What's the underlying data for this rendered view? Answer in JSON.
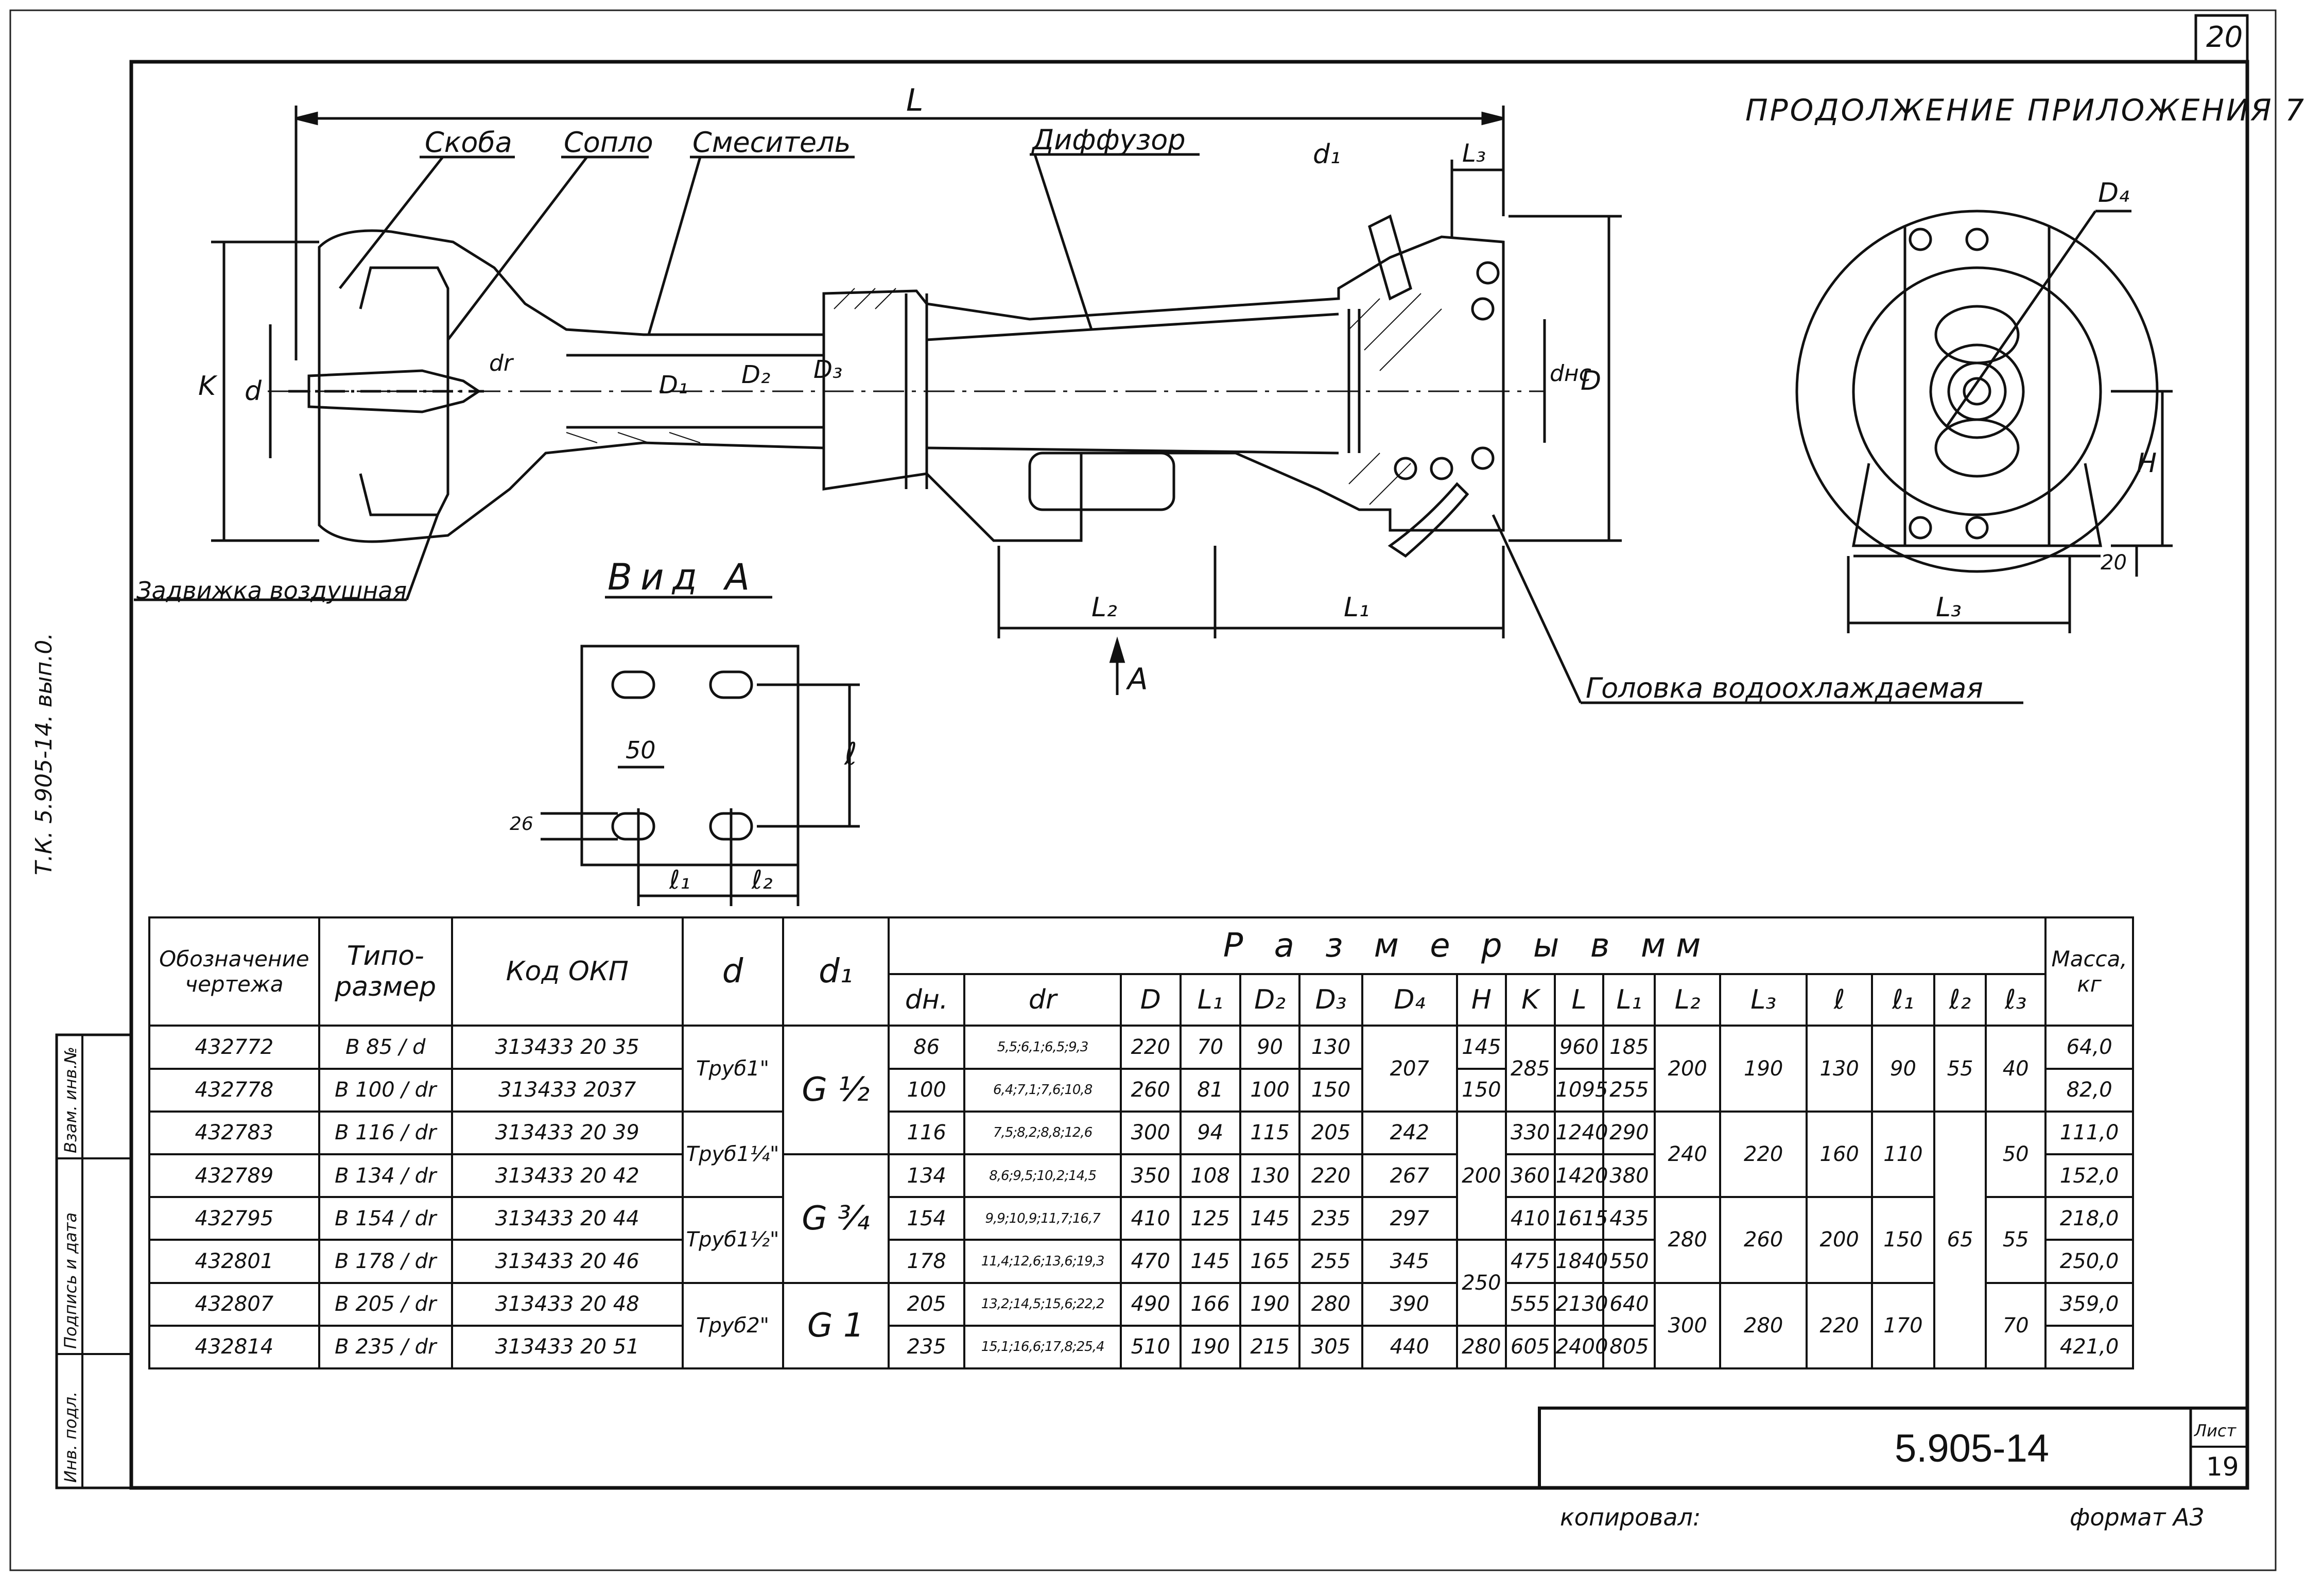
{
  "sheet": {
    "page_number": "20",
    "title": "ПРОДОЛЖЕНИЕ ПРИЛОЖЕНИЯ 7",
    "doc_number": "5.905-14",
    "list_label": "Лист",
    "list_number": "19",
    "copied_label": "копировал:",
    "format_label": "формат А3",
    "side_text": "Т.К. 5.905-14. вып.0.",
    "left_strip": [
      "Инв. подл.",
      "Подпись и дата",
      "Взам. инв.№"
    ]
  },
  "drawing": {
    "labels": {
      "skoba": "Скоба",
      "soplo": "Сопло",
      "smesitel": "Смеситель",
      "diffuzor": "Диффузор",
      "zadvizhka": "Задвижка воздушная",
      "vid_a": "Вид А",
      "golovka": "Головка водоохлаждаемая",
      "dim_L": "L",
      "dim_d1": "d₁",
      "dim_L3": "L₃",
      "dim_D4": "D₄",
      "dim_K": "K",
      "dim_d": "d",
      "dim_dr": "dr",
      "dim_D1": "D₁",
      "dim_D2": "D₂",
      "dim_D3": "D₃",
      "dim_dnc": "dнс",
      "dim_D": "D",
      "dim_L2": "L₂",
      "dim_L1": "L₁",
      "arrow_A": "А",
      "dim_H": "H",
      "dim_20": "20",
      "dim_L3_front": "L₃",
      "dim_50": "50",
      "dim_26": "26",
      "dim_l": "ℓ",
      "dim_l1": "ℓ₁",
      "dim_l2": "ℓ₂"
    }
  },
  "table": {
    "headers": {
      "designation": "Обозначение чертежа",
      "type_size": "Типо- размер",
      "okp": "Код ОКП",
      "d": "d",
      "d1": "d₁",
      "sizes_group": "Р а з м е р ы   в   мм",
      "mass": "Масса, кг"
    },
    "size_columns": [
      "dн.",
      "dr",
      "D",
      "L₁",
      "D₂",
      "D₃",
      "D₄",
      "H",
      "K",
      "L",
      "L₁",
      "L₂",
      "L₃",
      "ℓ",
      "ℓ₁",
      "ℓ₂",
      "ℓ₃"
    ],
    "rows": [
      {
        "designation": "432772",
        "type": "В 85",
        "dr": "d",
        "okp": "313433 20 35",
        "dn": "86",
        "drv": "5,5;6,1;6,5;9,3",
        "D": "220",
        "L1a": "70",
        "D2": "90",
        "D3": "130",
        "L": "960",
        "L1": "185",
        "mass": "64,0"
      },
      {
        "designation": "432778",
        "type": "В 100",
        "dr": "dr",
        "okp": "313433 2037",
        "dn": "100",
        "drv": "6,4;7,1;7,6;10,8",
        "D": "260",
        "L1a": "81",
        "D2": "100",
        "D3": "150",
        "L": "1095",
        "L1": "255",
        "mass": "82,0"
      },
      {
        "designation": "432783",
        "type": "В 116",
        "dr": "dr",
        "okp": "313433 20 39",
        "dn": "116",
        "drv": "7,5;8,2;8,8;12,6",
        "D": "300",
        "L1a": "94",
        "D2": "115",
        "D3": "205",
        "D4": "242",
        "K": "330",
        "L": "1240",
        "L1": "290",
        "mass": "111,0"
      },
      {
        "designation": "432789",
        "type": "В 134",
        "dr": "dr",
        "okp": "313433 20 42",
        "dn": "134",
        "drv": "8,6;9,5;10,2;14,5",
        "D": "350",
        "L1a": "108",
        "D2": "130",
        "D3": "220",
        "D4": "267",
        "K": "360",
        "L": "1420",
        "L1": "380",
        "mass": "152,0"
      },
      {
        "designation": "432795",
        "type": "В 154",
        "dr": "dr",
        "okp": "313433 20 44",
        "dn": "154",
        "drv": "9,9;10,9;11,7;16,7",
        "D": "410",
        "L1a": "125",
        "D2": "145",
        "D3": "235",
        "D4": "297",
        "K": "410",
        "L": "1615",
        "L1": "435",
        "mass": "218,0"
      },
      {
        "designation": "432801",
        "type": "В 178",
        "dr": "dr",
        "okp": "313433 20 46",
        "dn": "178",
        "drv": "11,4;12,6;13,6;19,3",
        "D": "470",
        "L1a": "145",
        "D2": "165",
        "D3": "255",
        "D4": "345",
        "K": "475",
        "L": "1840",
        "L1": "550",
        "mass": "250,0"
      },
      {
        "designation": "432807",
        "type": "В 205",
        "dr": "dr",
        "okp": "313433 20 48",
        "dn": "205",
        "drv": "13,2;14,5;15,6;22,2",
        "D": "490",
        "L1a": "166",
        "D2": "190",
        "D3": "280",
        "D4": "390",
        "K": "555",
        "L": "2130",
        "L1": "640",
        "mass": "359,0"
      },
      {
        "designation": "432814",
        "type": "В 235",
        "dr": "dr",
        "okp": "313433 20 51",
        "dn": "235",
        "drv": "15,1;16,6;17,8;25,4",
        "D": "510",
        "L1a": "190",
        "D2": "215",
        "D3": "305",
        "D4": "440",
        "K": "605",
        "L": "2400",
        "L1": "805",
        "mass": "421,0"
      }
    ],
    "merged": {
      "d_1": "Труб1\"",
      "d_2": "Труб1¼\"",
      "d_3": "Труб1½\"",
      "d_4": "Труб2\"",
      "d1_1": "G ½",
      "d1_2": "G ¾",
      "d1_3": "G 1",
      "D4_12": "207",
      "H_1": "145",
      "H_2": "150",
      "H_35": "200",
      "H_67": "250",
      "H_89": "280",
      "K_12": "285",
      "L2_12": "200",
      "L2_34": "240",
      "L2_56": "280",
      "L2_78": "300",
      "L3_12": "190",
      "L3_34": "220",
      "L3_56": "260",
      "L3_78": "280",
      "l_12": "130",
      "l_34": "160",
      "l_56": "200",
      "l_78": "220",
      "l1_12": "90",
      "l1_34": "110",
      "l1_56": "150",
      "l1_78": "170",
      "l2_12": "55",
      "l2_38": "65",
      "l3_12": "40",
      "l3_34": "50",
      "l3_56": "55",
      "l3_78": "70"
    }
  }
}
